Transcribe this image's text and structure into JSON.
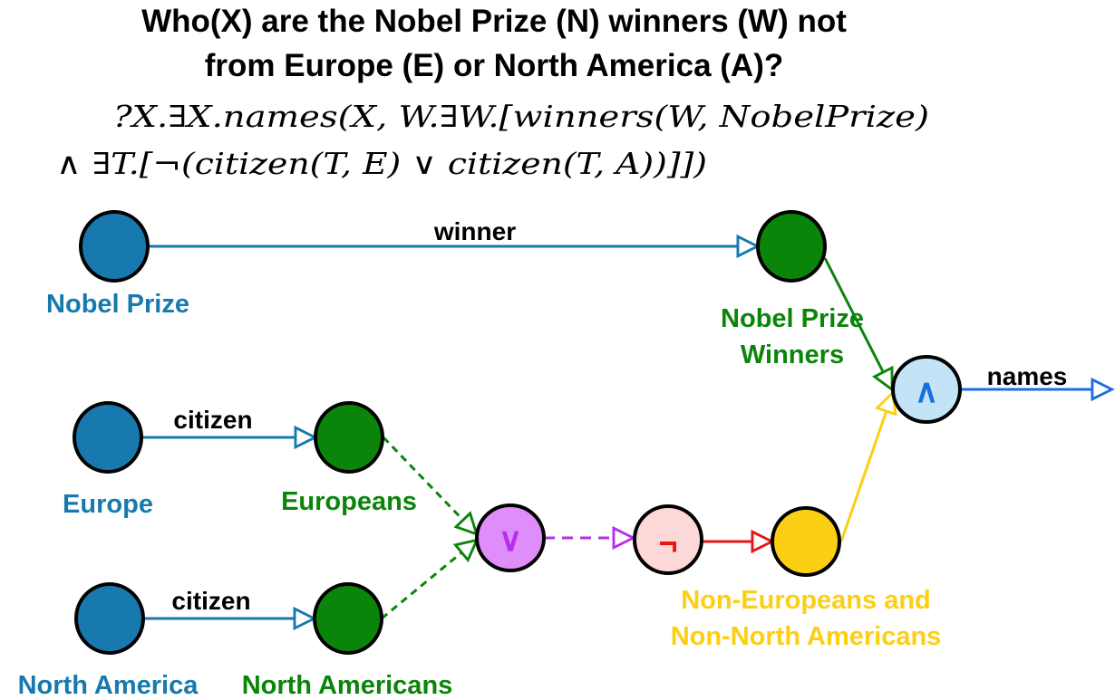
{
  "title": {
    "line1": "Who(X) are the Nobel Prize (N) winners (W) not",
    "line2": "from Europe (E) or North America (A)?"
  },
  "formula": {
    "line1": "?X.∃X.names(X, W.∃W.[winners(W, NobelPrize)",
    "line2": "∧ ∃T.[¬(citizen(T, E) ∨ citizen(T, A))]])"
  },
  "nodes": {
    "nobel_prize": "Nobel Prize",
    "winners_line1": "Nobel Prize",
    "winners_line2": "Winners",
    "europe": "Europe",
    "europeans": "Europeans",
    "north_america": "North America",
    "north_americans": "North Americans",
    "non_line1": "Non-Europeans and",
    "non_line2": "Non-North Americans",
    "or_symbol": "∨",
    "not_symbol": "¬",
    "and_symbol": "∧"
  },
  "edges": {
    "winner": "winner",
    "citizen_europe": "citizen",
    "citizen_na": "citizen",
    "names": "names"
  },
  "colors": {
    "entity": "#1779ad",
    "green": "#0a850a",
    "yellow": "#fccf14",
    "and_fill": "#c3e4f7",
    "and_sym": "#1a6fe0",
    "or_fill": "#df8ef9",
    "or_sym": "#b62ef0",
    "not_fill": "#fdd8d8",
    "not_sym": "#e81414"
  }
}
